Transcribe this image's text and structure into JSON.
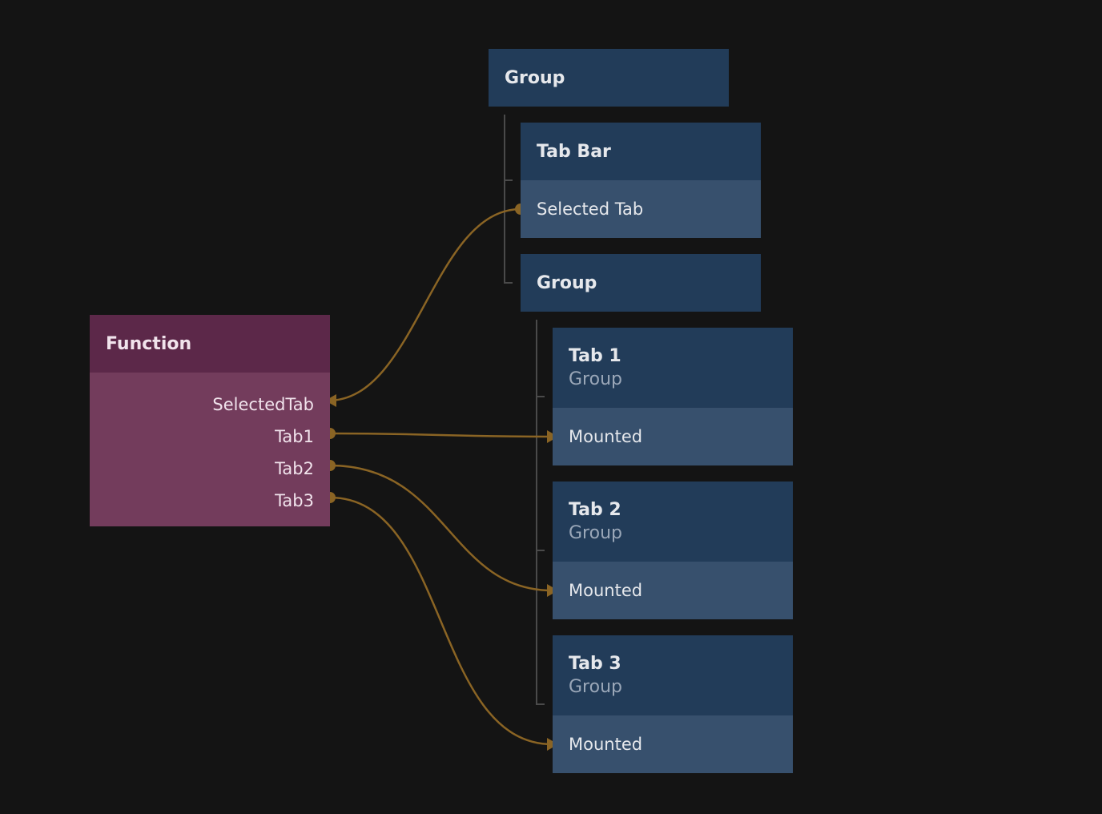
{
  "nodes": {
    "group_root": {
      "title": "Group"
    },
    "tab_bar": {
      "title": "Tab Bar",
      "port": "Selected Tab"
    },
    "group_inner": {
      "title": "Group"
    },
    "tab1": {
      "title": "Tab 1",
      "subtitle": "Group",
      "port": "Mounted"
    },
    "tab2": {
      "title": "Tab 2",
      "subtitle": "Group",
      "port": "Mounted"
    },
    "tab3": {
      "title": "Tab 3",
      "subtitle": "Group",
      "port": "Mounted"
    },
    "function": {
      "title": "Function",
      "ports": [
        "SelectedTab",
        "Tab1",
        "Tab2",
        "Tab3"
      ]
    }
  },
  "colors": {
    "background": "#141414",
    "visual_node_header": "#223c59",
    "visual_node_port": "#37506d",
    "logic_node_header": "#5c2849",
    "logic_node_body": "#733c5c",
    "connection": "#8a6424",
    "hierarchy_line": "#4a4a4a"
  }
}
